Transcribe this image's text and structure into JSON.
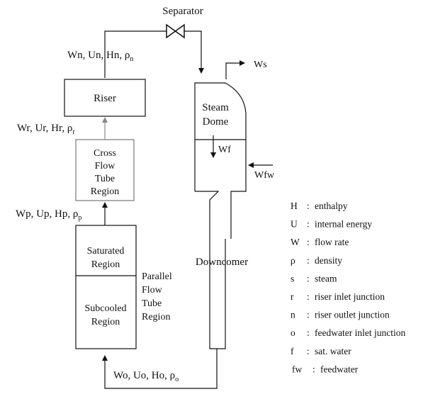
{
  "labels": {
    "separator": "Separator",
    "ws": "Ws",
    "wf": "Wf",
    "wfw": "Wfw",
    "steam_dome": [
      "Steam",
      "Dome"
    ],
    "downcomer": "Downcomer",
    "riser": "Riser",
    "cross_flow": [
      "Cross",
      "Flow",
      "Tube",
      "Region"
    ],
    "saturated": [
      "Saturated",
      "Region"
    ],
    "subcooled": [
      "Subcooled",
      "Region"
    ],
    "parallel": [
      "Parallel",
      "Flow",
      "Tube",
      "Region"
    ]
  },
  "state_labels": {
    "n": {
      "text": "Wn, Un, Hn, ρ",
      "sub": "n"
    },
    "r": {
      "text": "Wr, Ur, Hr, ρ",
      "sub": "r"
    },
    "p": {
      "text": "Wp, Up, Hp, ρ",
      "sub": "p"
    },
    "o": {
      "text": "Wo, Uo, Ho, ρ",
      "sub": "o"
    }
  },
  "legend": [
    {
      "key": "H",
      "desc": "enthalpy"
    },
    {
      "key": "U",
      "desc": "internal energy"
    },
    {
      "key": "W",
      "desc": "flow rate"
    },
    {
      "key": "ρ",
      "desc": "density"
    },
    {
      "key": "s",
      "desc": "steam"
    },
    {
      "key": "r",
      "desc": "riser inlet junction"
    },
    {
      "key": "n",
      "desc": "riser outlet junction"
    },
    {
      "key": "o",
      "desc": "feedwater inlet junction"
    },
    {
      "key": "f",
      "desc": "sat. water"
    },
    {
      "key": "fw",
      "desc": "feedwater"
    }
  ],
  "legend_separator": ":"
}
